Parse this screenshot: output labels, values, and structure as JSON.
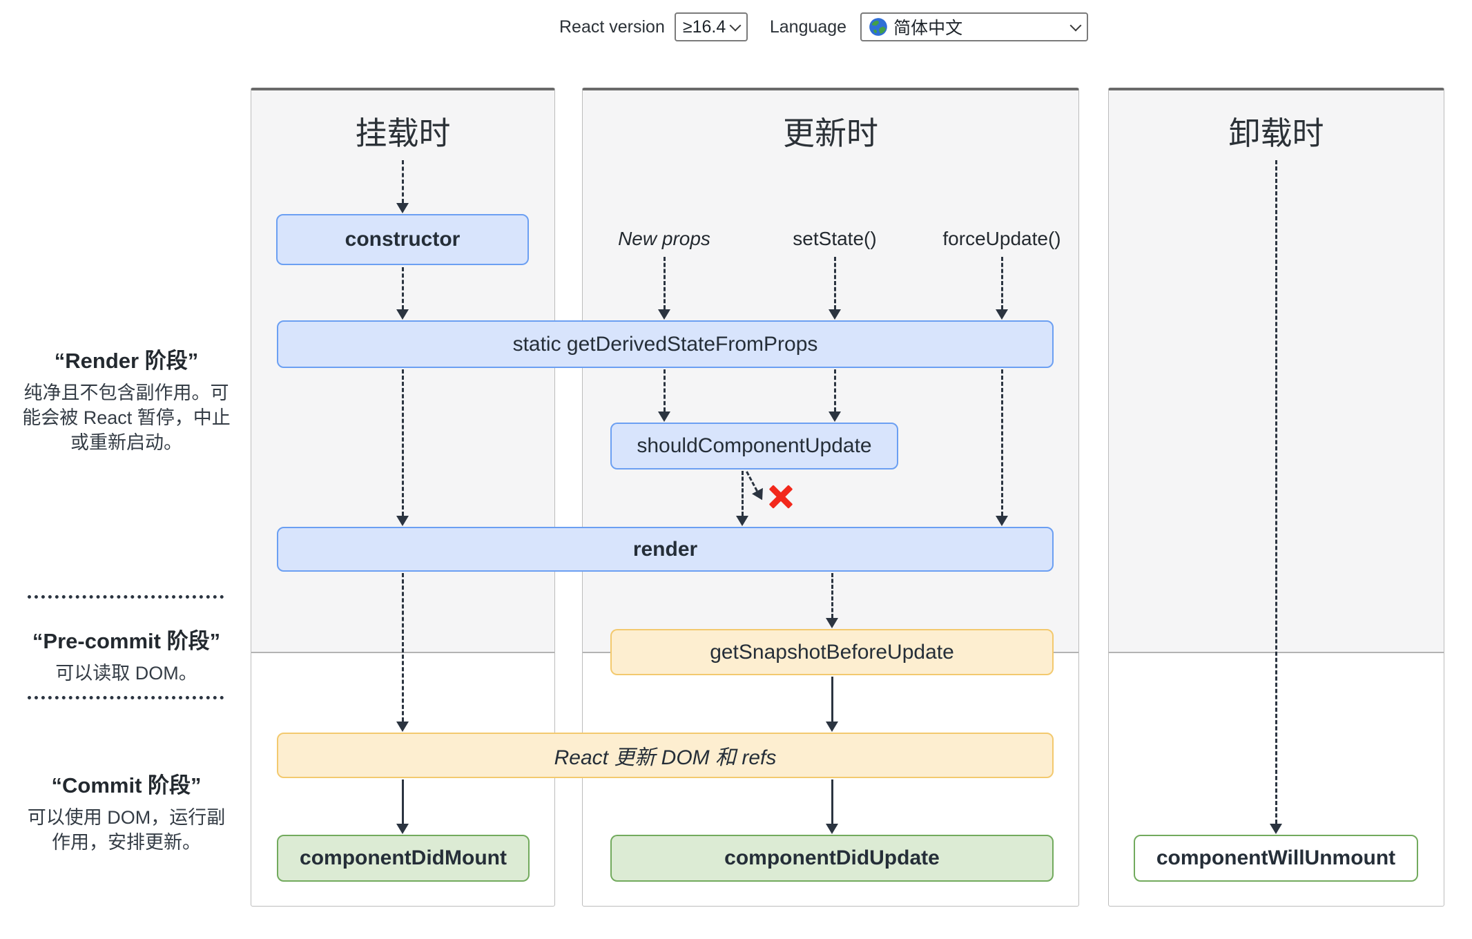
{
  "header": {
    "react_version_label": "React version",
    "react_version_value": "≥16.4",
    "language_label": "Language",
    "language_value": "简体中文",
    "language_icon": "globe-earth",
    "chevron_icon": "chevron-down"
  },
  "columns": [
    {
      "id": "mounting",
      "title": "挂载时"
    },
    {
      "id": "updating",
      "title": "更新时"
    },
    {
      "id": "unmounting",
      "title": "卸载时"
    }
  ],
  "phases": [
    {
      "title": "“Render 阶段”",
      "desc": "纯净且不包含副作用。可能会被 React 暂停，中止或重新启动。"
    },
    {
      "title": "“Pre-commit 阶段”",
      "desc": "可以读取 DOM。"
    },
    {
      "title": "“Commit 阶段”",
      "desc": "可以使用 DOM，运行副作用，安排更新。"
    }
  ],
  "triggers": {
    "new_props": "New props",
    "set_state": "setState()",
    "force_update": "forceUpdate()"
  },
  "methods": {
    "constructor": "constructor",
    "get_derived_state": "static getDerivedStateFromProps",
    "should_component_update": "shouldComponentUpdate",
    "render": "render",
    "get_snapshot": "getSnapshotBeforeUpdate",
    "react_updates_dom": "React 更新 DOM 和 refs",
    "component_did_mount": "componentDidMount",
    "component_did_update": "componentDidUpdate",
    "component_will_unmount": "componentWillUnmount"
  },
  "icons": {
    "stop_icon": "red-x"
  },
  "colors": {
    "blue_fill": "#d8e4fc",
    "blue_border": "#6b9ff2",
    "orange_fill": "#fdeed0",
    "orange_border": "#f3c96e",
    "green_fill": "#dcebd4",
    "green_border": "#72aa5d",
    "stop_red": "#f2281c",
    "arrow": "#2b3440",
    "column_gray": "#f5f5f6"
  }
}
